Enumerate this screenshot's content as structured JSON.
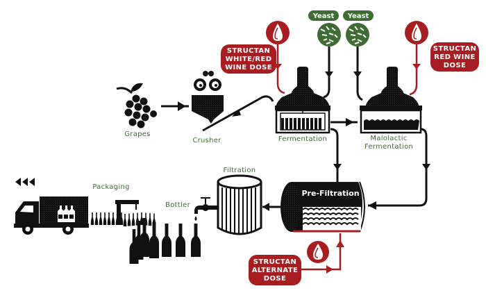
{
  "colors": {
    "dose_red": "#a61e22",
    "yeast_green": "#3f6b35",
    "label_green": "#3f6b35",
    "equipment_black": "#111111"
  },
  "stages": {
    "grapes": "Grapes",
    "crusher": "Crusher",
    "fermentation": "Fermentation",
    "malolactic_line1": "Malolactic",
    "malolactic_line2": "Fermentation",
    "pre_filtration": "Pre-Filtration",
    "filtration": "Filtration",
    "bottler": "Bottler",
    "packaging": "Packaging"
  },
  "inputs": {
    "yeast_1": "Yeast",
    "yeast_2": "Yeast"
  },
  "doses": {
    "white_red": [
      "STRUCTAN",
      "WHITE/RED",
      "WINE DOSE"
    ],
    "red_wine": [
      "STRUCTAN",
      "RED WINE",
      "DOSE"
    ],
    "alternate": [
      "STRUCTAN",
      "ALTERNATE",
      "DOSE"
    ]
  },
  "icons": {
    "dose": "droplet-icon",
    "yeast": "yeast-cluster-icon",
    "grapes": "grapes-icon",
    "crusher": "crusher-icon",
    "tank": "fermentation-tank-icon",
    "barrel": "barrel-icon",
    "filter": "filter-cylinder-icon",
    "tap": "tap-icon",
    "bottles": "bottle-icon",
    "truck": "delivery-truck-icon",
    "direction": "triple-chevron-left-icon"
  }
}
